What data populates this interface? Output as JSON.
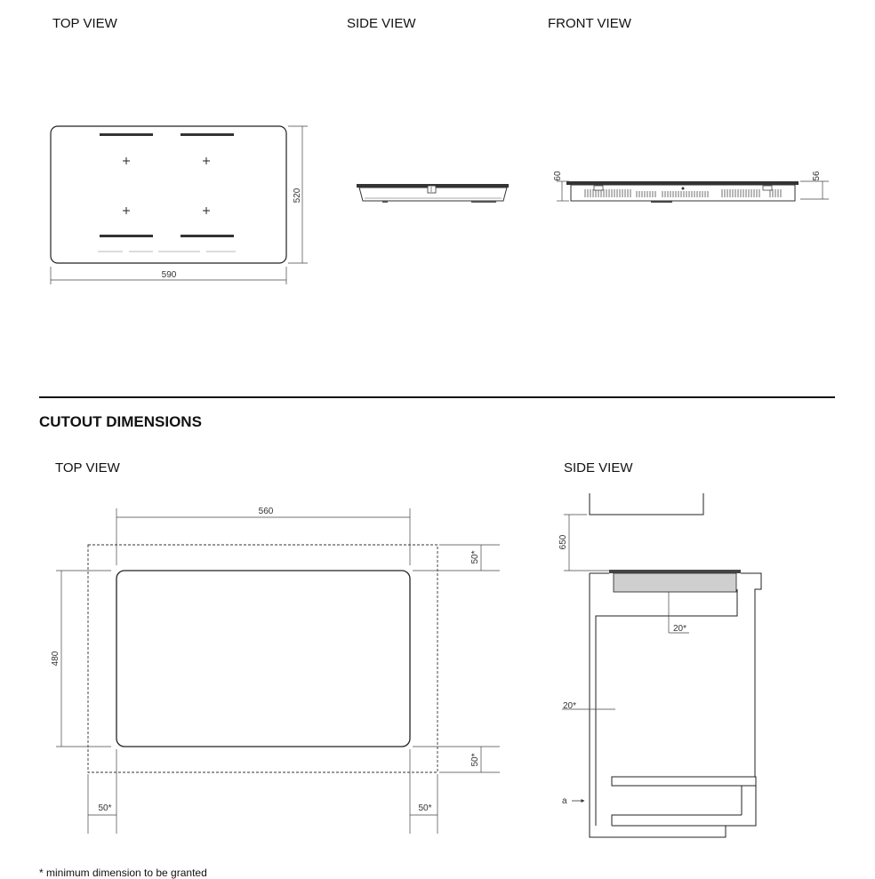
{
  "product_views": {
    "top_view": "TOP VIEW",
    "side_view": "SIDE VIEW",
    "front_view": "FRONT VIEW"
  },
  "product_dims": {
    "width": "590",
    "depth": "520",
    "height_front_left": "60",
    "height_front_right": "56"
  },
  "cutout": {
    "title": "CUTOUT DIMENSIONS",
    "top_view": "TOP VIEW",
    "side_view": "SIDE VIEW",
    "width": "560",
    "depth": "480",
    "margin_top": "50*",
    "margin_bottom": "50*",
    "margin_left": "50*",
    "margin_right": "50*",
    "clearance_above": "650",
    "gap_below": "20*",
    "gap_rear": "20*",
    "marker": "a"
  },
  "footnote": "* minimum dimension to be granted"
}
